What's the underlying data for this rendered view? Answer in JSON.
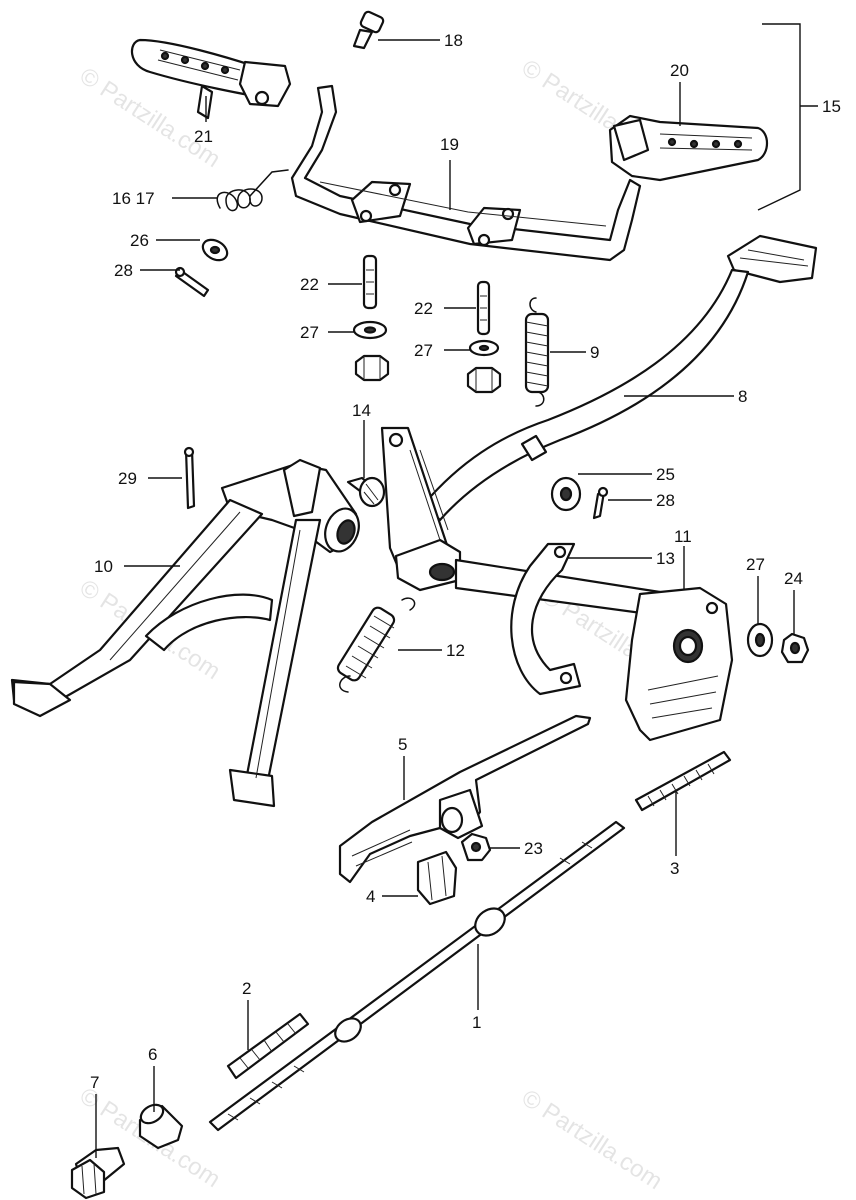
{
  "watermark": "© Partzilla.com",
  "callouts": {
    "c1": "1",
    "c2": "2",
    "c3": "3",
    "c4": "4",
    "c5": "5",
    "c6": "6",
    "c7": "7",
    "c8": "8",
    "c9": "9",
    "c10": "10",
    "c11": "11",
    "c12": "12",
    "c13": "13",
    "c14": "14",
    "c15": "15",
    "c16_17": "16 17",
    "c18": "18",
    "c19": "19",
    "c20": "20",
    "c21": "21",
    "c22a": "22",
    "c22b": "22",
    "c23": "23",
    "c24": "24",
    "c25": "25",
    "c26": "26",
    "c27a": "27",
    "c27b": "27",
    "c27c": "27",
    "c28a": "28",
    "c28b": "28",
    "c29": "29"
  }
}
